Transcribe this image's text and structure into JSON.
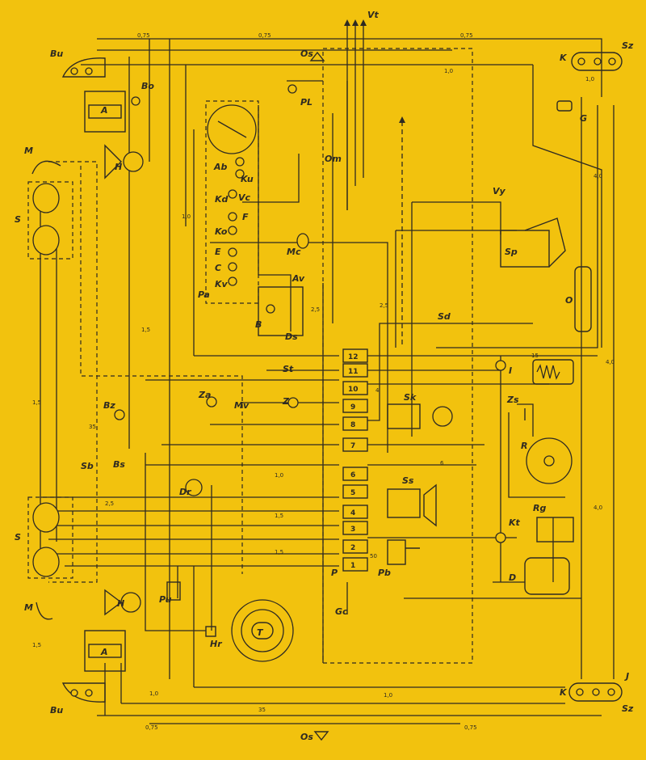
{
  "diagram": {
    "labels": {
      "bu": "Bu",
      "m": "M",
      "s": "S",
      "h": "H",
      "a": "A",
      "bo": "Bo",
      "os": "Os",
      "vt": "Vt",
      "pl": "PL",
      "om": "Om",
      "k": "K",
      "sz": "Sz",
      "j": "J",
      "g": "G",
      "vy": "Vy",
      "sp": "Sp",
      "o": "O",
      "sd": "Sd",
      "i": "I",
      "zs": "Zs",
      "r": "R",
      "kt": "Kt",
      "rg": "Rg",
      "d": "D",
      "ab": "Ab",
      "ku": "Ku",
      "vc": "Vc",
      "kd": "Kd",
      "f": "F",
      "ko": "Ko",
      "mc": "Mc",
      "e": "E",
      "c": "C",
      "kv": "Kv",
      "pa": "Pa",
      "av": "Av",
      "b": "B",
      "ds": "Ds",
      "st": "St",
      "z": "Z",
      "sk": "Sk",
      "bz": "Bz",
      "bs": "Bs",
      "sb": "Sb",
      "za": "Za",
      "mv": "Mv",
      "dr": "Dr",
      "ss": "Ss",
      "pu": "Pu",
      "pb": "Pb",
      "p": "P",
      "gc": "Gc",
      "hr": "Hr",
      "t": "T"
    },
    "terminals": [
      "1",
      "2",
      "3",
      "4",
      "5",
      "6",
      "7",
      "8",
      "9",
      "10",
      "11",
      "12"
    ],
    "gauges": {
      "g075": "0,75",
      "g10": "1,0",
      "g15": "1,5",
      "g25": "2,5",
      "g35": "35",
      "g40": "4,0",
      "g4": "4",
      "g6": "6",
      "g50": "50",
      "g15b": "15"
    }
  }
}
